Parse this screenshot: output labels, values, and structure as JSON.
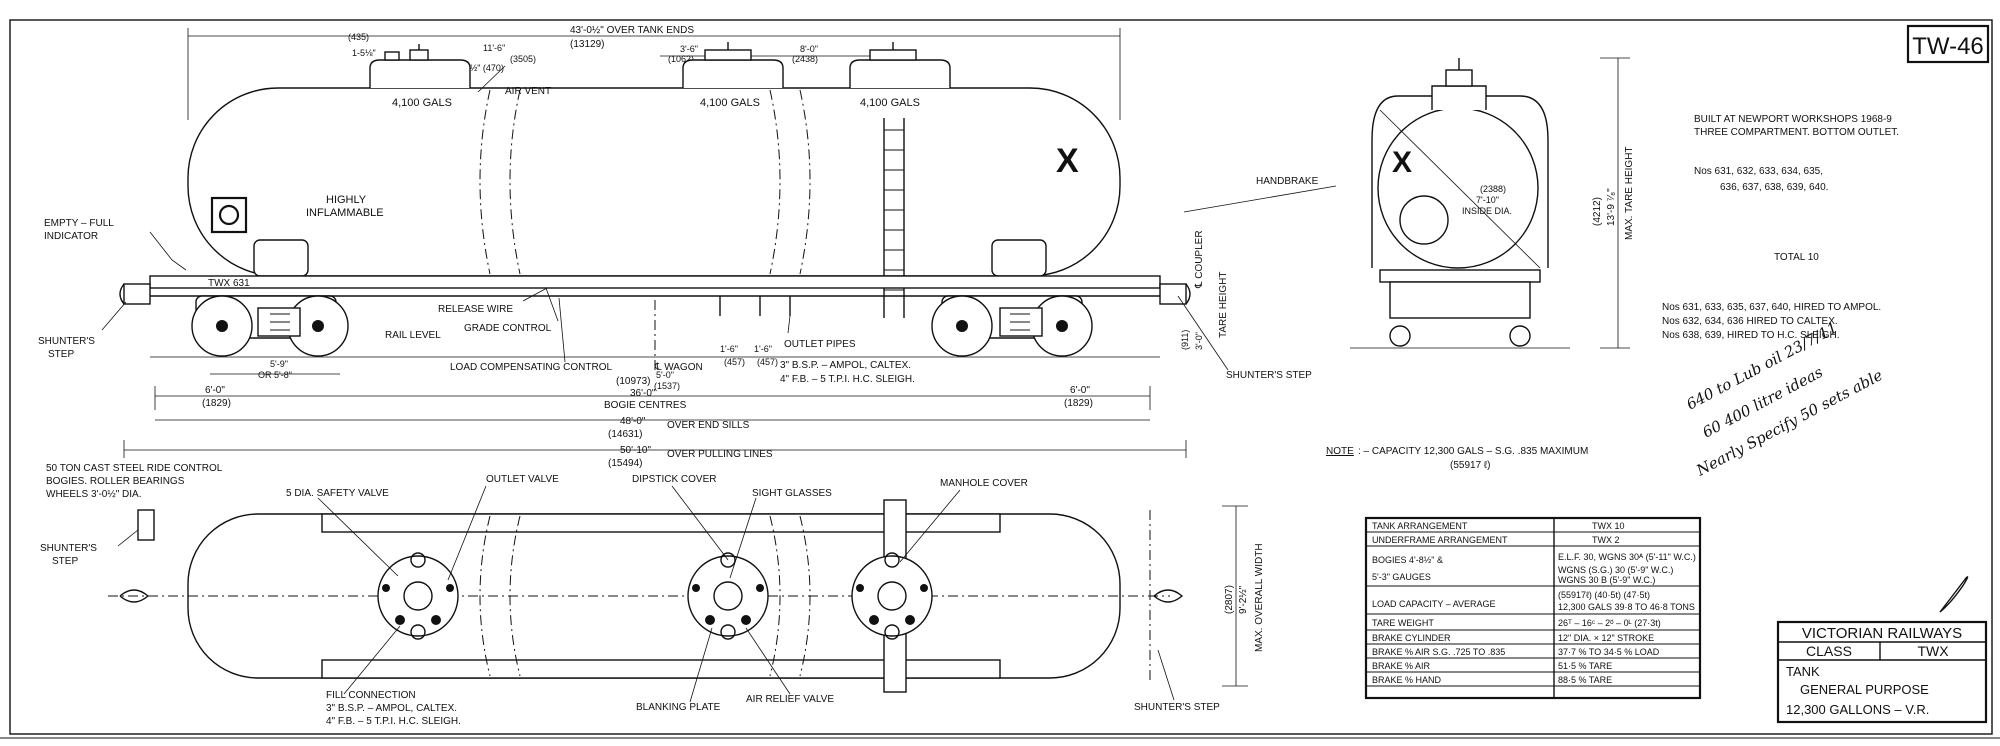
{
  "sheet_id": "TW-46",
  "side_view": {
    "dims_top": {
      "over_tank_ends": "43'-0½\"  OVER TANK ENDS",
      "over_tank_ends_mm": "(13129)",
      "d435": "(435)",
      "d1_5": "1-5⅛\"",
      "d11_6": "11'-6\"",
      "d3505": "(3505)",
      "d1_6": "1'-6½\" (470)",
      "d3_6": "3'-6\"",
      "d1062": "(1062)",
      "d8_0": "8'-0\"",
      "d2438": "(2438)"
    },
    "compartments": [
      "4,100 GALS",
      "4,100 GALS",
      "4,100 GALS"
    ],
    "marking_x": "X",
    "wagon_number": "TWX 631",
    "highly_inflammable": [
      "HIGHLY",
      "INFLAMMABLE"
    ],
    "labels": {
      "air_vent": "AIR VENT",
      "empty_full": [
        "EMPTY – FULL",
        "INDICATOR"
      ],
      "release_wire": "RELEASE WIRE",
      "grade_control": "GRADE CONTROL",
      "rail_level": "RAIL LEVEL",
      "shunters_step_left": [
        "SHUNTER'S",
        "STEP"
      ],
      "load_comp": "LOAD COMPENSATING CONTROL",
      "wagon_cl": "℄  WAGON",
      "outlet_pipes": "OUTLET PIPES",
      "bsp": "3\" B.S.P. – AMPOL, CALTEX.",
      "fb": "4\" F.B. – 5 T.P.I. H.C. SLEIGH.",
      "handbrake": "HANDBRAKE",
      "coupler": "℄ COUPLER",
      "tare_height": "TARE HEIGHT",
      "shunters_step_right": "SHUNTER'S STEP"
    },
    "dims_bottom": {
      "d5_9": "5'-9\"",
      "d5_8": "OR 5'-8\"",
      "d5_0": "5'-0\"",
      "d1537": "(1537)",
      "d1_6a": "1'-6\"",
      "d457a": "(457)",
      "d1_6b": "1'-6\"",
      "d457b": "(457)",
      "d6_0_left": "6'-0\"",
      "d1829_left": "(1829)",
      "d10973": "(10973)",
      "d36_0": "36'-0\"",
      "bogie_centres": "BOGIE CENTRES",
      "d6_0_right": "6'-0\"",
      "d1829_right": "(1829)",
      "d48_0": "48'-0\"",
      "d14631": "(14631)",
      "over_end_sills": "OVER END SILLS",
      "d50_10": "50'-10\"",
      "d15494": "(15494)",
      "over_pulling_lines": "OVER PULLING LINES",
      "tare_3_0": "3'-0\"",
      "tare_911": "(911)"
    }
  },
  "end_view": {
    "inside_dia": "7'-10\"",
    "inside_dia_mm": "(2388)",
    "inside_dia_label": "INSIDE DIA.",
    "max_tare": "13'-9 ⁷⁄₈\"",
    "max_tare_mm": "(4212)",
    "max_tare_label": "MAX. TARE HEIGHT",
    "marking_x": "X"
  },
  "notes": {
    "built": "BUILT AT NEWPORT WORKSHOPS 1968-9",
    "type": "THREE COMPARTMENT. BOTTOM OUTLET.",
    "nos_line1": "Nos  631, 632, 633, 634, 635,",
    "nos_line2": "636, 637, 638, 639, 640.",
    "total": "TOTAL  10",
    "hire1": "Nos  631, 633, 635, 637, 640,   HIRED TO AMPOL.",
    "hire2": "Nos  632, 634, 636  HIRED TO CALTEX.",
    "hire3": "Nos  638, 639,  HIRED TO H.C. SLEIGH.",
    "handwritten": [
      "640 to Lub oil 23/7/11",
      "60 400 litre ideas",
      "Nearly  Specify  50 sets able"
    ],
    "capacity_note_prefix": "NOTE",
    "capacity_note": ": – CAPACITY  12,300 GALS – S.G. .835 MAXIMUM",
    "capacity_note_mm": "(55917 ℓ)"
  },
  "plan_view": {
    "labels": {
      "bogies": [
        "50 TON CAST STEEL RIDE CONTROL",
        "BOGIES.  ROLLER BEARINGS",
        "WHEELS  3'-0½\" DIA."
      ],
      "safety_valve": "5 DIA. SAFETY VALVE",
      "outlet_valve": "OUTLET VALVE",
      "dipstick": "DIPSTICK COVER",
      "sight_glasses": "SIGHT GLASSES",
      "manhole": "MANHOLE COVER",
      "shunters_step_left": [
        "SHUNTER'S",
        "STEP"
      ],
      "fill_conn": [
        "FILL CONNECTION",
        "3\" B.S.P. – AMPOL, CALTEX.",
        "4\" F.B. – 5 T.P.I. H.C. SLEIGH."
      ],
      "blanking": "BLANKING PLATE",
      "air_relief": "AIR RELIEF VALVE",
      "shunters_step_right": "SHUNTER'S STEP",
      "overall_width": "MAX. OVERALL WIDTH",
      "ow_ft": "9'-2½\"",
      "ow_mm": "(2807)"
    }
  },
  "spec_table": {
    "rows": [
      {
        "label": "TANK ARRANGEMENT",
        "value": "TWX  10"
      },
      {
        "label": "UNDERFRAME ARRANGEMENT",
        "value": "TWX  2"
      },
      {
        "label": "BOGIES  4'-8½\"  &",
        "label2": "5'-3\" GAUGES",
        "value": "E.L.F. 30, WGNS 30ᴬ (5'-11\" W.C.)",
        "value2": "WGNS (S.G.) 30  (5'-9\" W.C.)",
        "value3": "WGNS 30 B  (5'-9\" W.C.)"
      },
      {
        "label": "LOAD CAPACITY – AVERAGE",
        "value": "(55917ℓ)   (40·5t)  (47·5t)",
        "value2": "12,300 GALS  39·8 TO 46·8 TONS"
      },
      {
        "label": "TARE WEIGHT",
        "value": "26ᵀ – 16ᶜ – 2ᴽ – 0ᴸ  (27·3t)"
      },
      {
        "label": "BRAKE CYLINDER",
        "value": "12\" DIA. × 12\" STROKE"
      },
      {
        "label": "BRAKE % AIR  S.G. .725 TO .835",
        "value": "37·7 %  TO  34·5 %  LOAD"
      },
      {
        "label": "BRAKE % AIR",
        "value": "51·5 % TARE"
      },
      {
        "label": "BRAKE % HAND",
        "value": "88·5 % TARE"
      }
    ]
  },
  "title_block": {
    "railway": "VICTORIAN RAILWAYS",
    "class_label": "CLASS",
    "class_value": "TWX",
    "tank": "TANK",
    "purpose": "GENERAL PURPOSE",
    "gallons": "12,300 GALLONS – V.R."
  }
}
